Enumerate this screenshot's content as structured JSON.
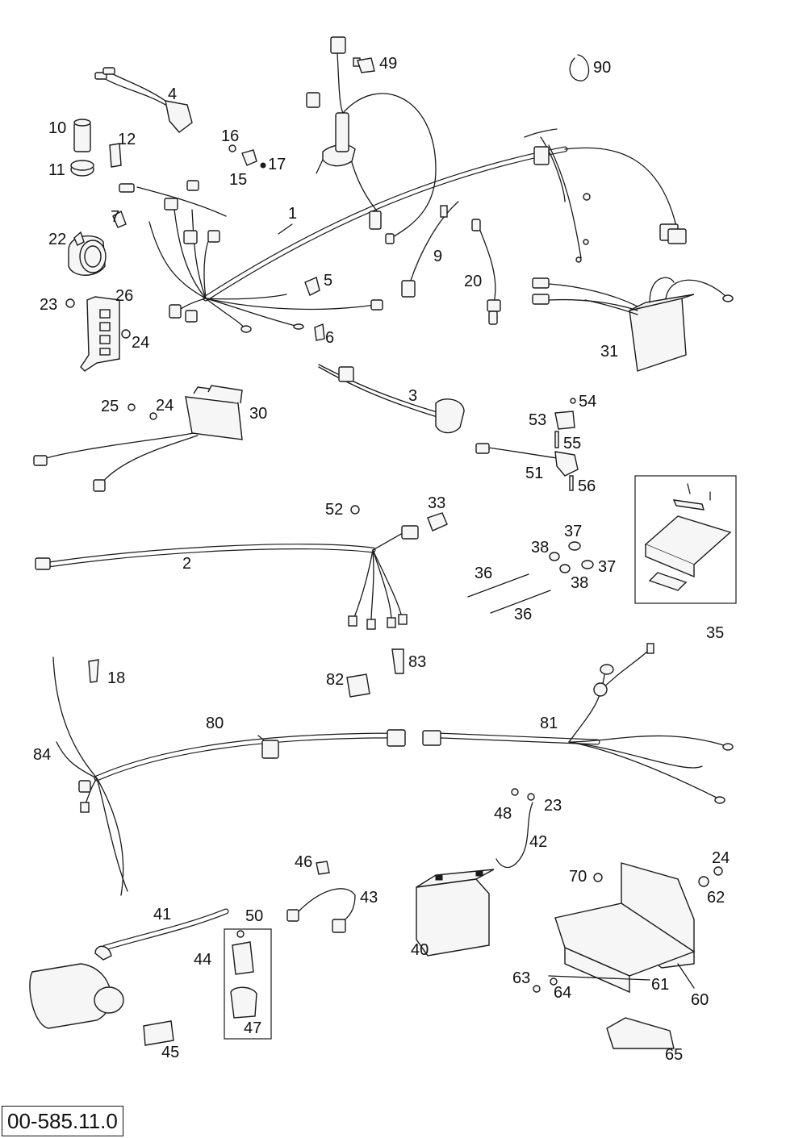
{
  "figure": {
    "drawing_code": "00-585.11.0"
  },
  "callouts": {
    "p1": "1",
    "p2": "2",
    "p3": "3",
    "p4": "4",
    "p5": "5",
    "p6": "6",
    "p7": "7",
    "p9": "9",
    "p10": "10",
    "p11": "11",
    "p12": "12",
    "p15": "15",
    "p16": "16",
    "p17": "17",
    "p18": "18",
    "p20": "20",
    "p22": "22",
    "p23a": "23",
    "p23b": "23",
    "p24a": "24",
    "p24b": "24",
    "p24c": "24",
    "p25": "25",
    "p26": "26",
    "p30": "30",
    "p31": "31",
    "p33": "33",
    "p35": "35",
    "p36a": "36",
    "p36b": "36",
    "p37a": "37",
    "p37b": "37",
    "p38a": "38",
    "p38b": "38",
    "p40": "40",
    "p41": "41",
    "p42": "42",
    "p43": "43",
    "p44": "44",
    "p45": "45",
    "p46": "46",
    "p47": "47",
    "p48": "48",
    "p49": "49",
    "p50": "50",
    "p51": "51",
    "p52": "52",
    "p53": "53",
    "p54": "54",
    "p55": "55",
    "p56": "56",
    "p60": "60",
    "p61": "61",
    "p62": "62",
    "p63": "63",
    "p64": "64",
    "p65": "65",
    "p70": "70",
    "p80": "80",
    "p81": "81",
    "p82": "82",
    "p83": "83",
    "p84": "84",
    "p90": "90"
  },
  "colors": {
    "line": "#1a1a1a",
    "part_fill": "#f6f6f6",
    "background": "#ffffff"
  }
}
